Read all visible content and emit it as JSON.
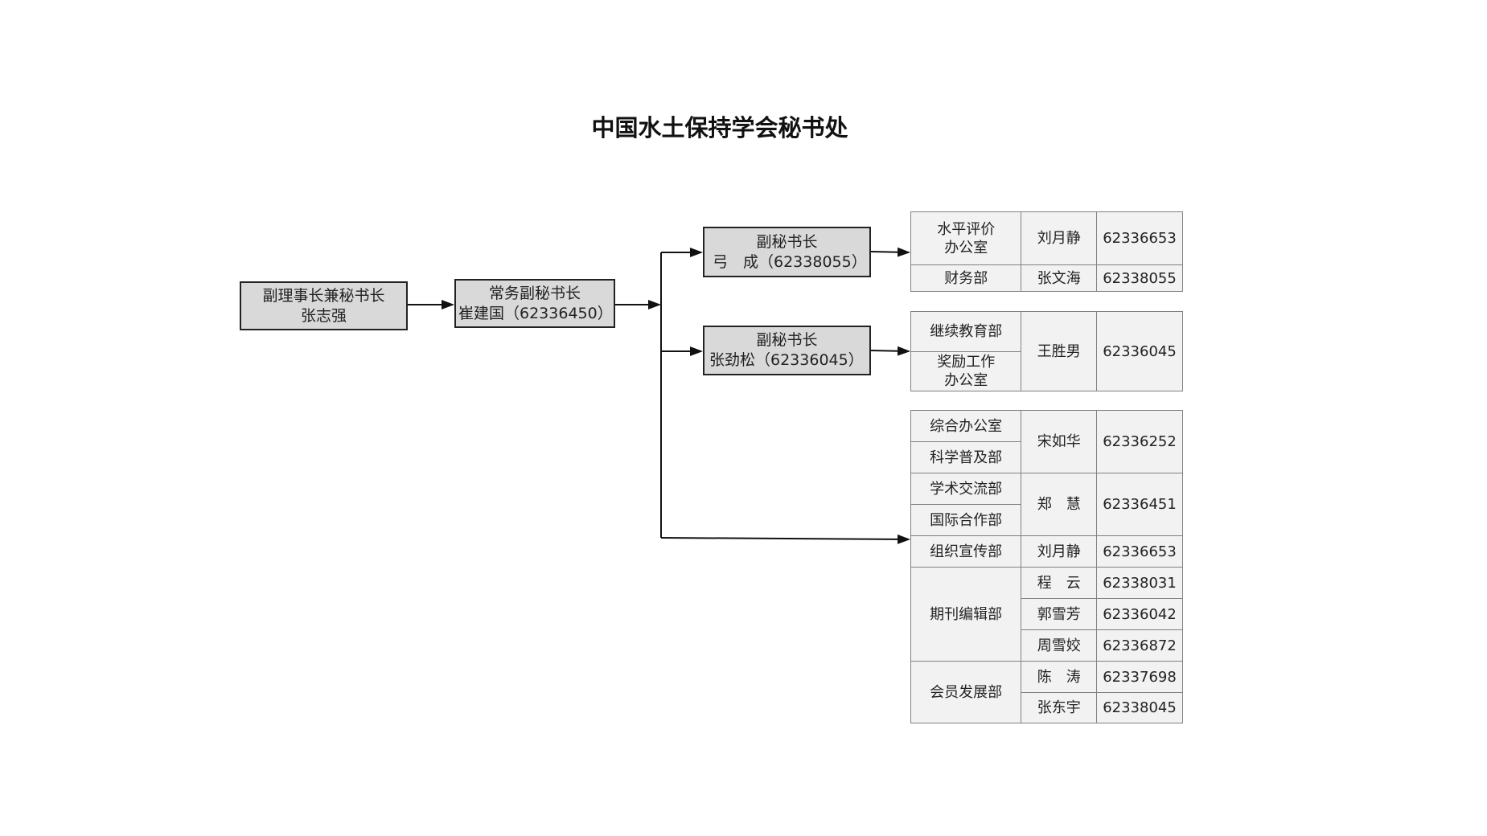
{
  "title": "中国水土保持学会秘书处",
  "boxes": {
    "secretary_general": {
      "role": "副理事长兼秘书长",
      "name": "张志强"
    },
    "executive_deputy": {
      "role": "常务副秘书长",
      "name": "崔建国（62336450）"
    },
    "deputy_1": {
      "role": "副秘书长",
      "name": "弓　成（62338055）"
    },
    "deputy_2": {
      "role": "副秘书长",
      "name": "张劲松（62336045）"
    }
  },
  "table1": [
    {
      "dept": "水平评价\n办公室",
      "person": "刘月静",
      "phone": "62336653"
    },
    {
      "dept": "财务部",
      "person": "张文海",
      "phone": "62338055"
    }
  ],
  "table2": {
    "depts": [
      "继续教育部",
      "奖励工作\n办公室"
    ],
    "person": "王胜男",
    "phone": "62336045"
  },
  "table3": {
    "group1": {
      "depts": [
        "综合办公室",
        "科学普及部"
      ],
      "person": "宋如华",
      "phone": "62336252"
    },
    "group2": {
      "depts": [
        "学术交流部",
        "国际合作部"
      ],
      "person": "郑　慧",
      "phone": "62336451"
    },
    "group3": {
      "dept": "组织宣传部",
      "person": "刘月静",
      "phone": "62336653"
    },
    "group4": {
      "dept": "期刊编辑部",
      "people": [
        {
          "person": "程　云",
          "phone": "62338031"
        },
        {
          "person": "郭雪芳",
          "phone": "62336042"
        },
        {
          "person": "周雪姣",
          "phone": "62336872"
        }
      ]
    },
    "group5": {
      "dept": "会员发展部",
      "people": [
        {
          "person": "陈　涛",
          "phone": "62337698"
        },
        {
          "person": "张东宇",
          "phone": "62338045"
        }
      ]
    }
  }
}
